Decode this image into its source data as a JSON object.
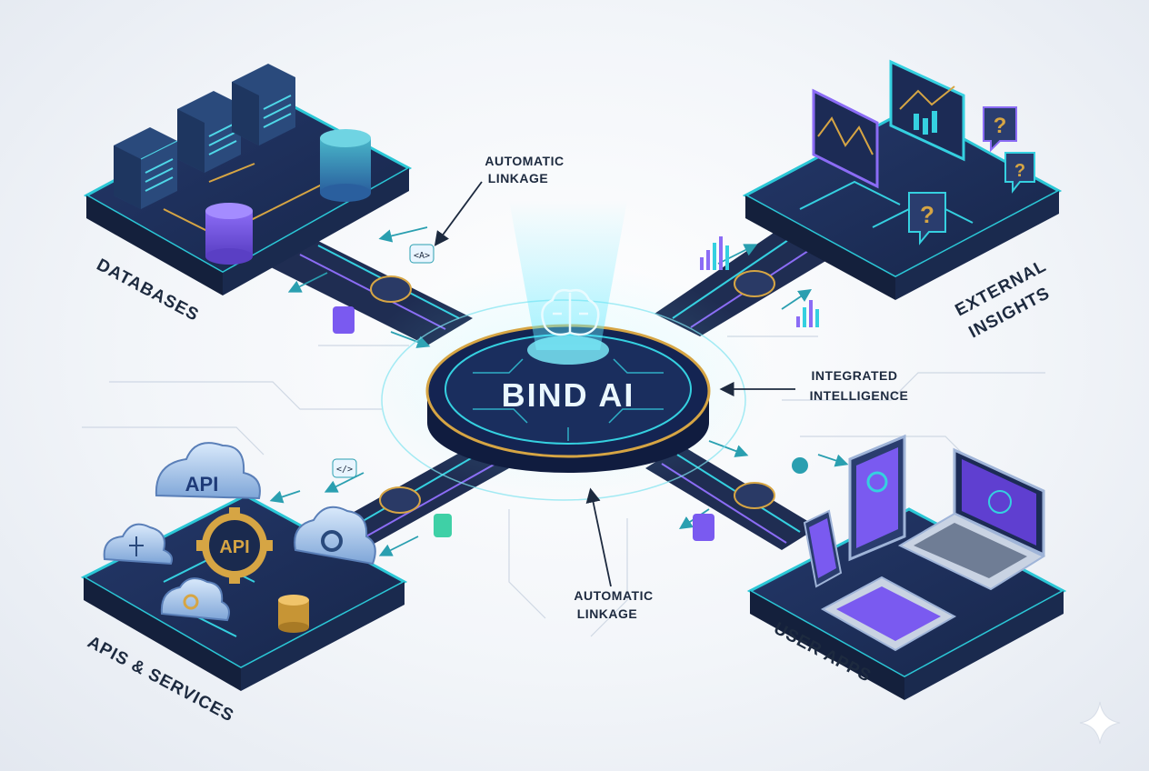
{
  "hub": {
    "title": "BIND AI"
  },
  "callouts": {
    "top": [
      "AUTOMATIC",
      "LINKAGE"
    ],
    "right": [
      "INTEGRATED",
      "INTELLIGENCE"
    ],
    "bottom": [
      "AUTOMATIC",
      "LINKAGE"
    ]
  },
  "platforms": {
    "databases": "DATABASES",
    "external": [
      "EXTERNAL",
      "INSIGHTS"
    ],
    "apis": "APIS & SERVICES",
    "apps": "USER APPS"
  },
  "icons": {
    "api_cloud": "API",
    "api_gear": "API",
    "chip_left": "</>",
    "chip_top": "<A>",
    "question": "?"
  },
  "colors": {
    "platform_top": "#1e2f55",
    "platform_edge": "#2bc7d6",
    "accent_purple": "#7a5af0",
    "accent_teal": "#2bc7d6",
    "gold": "#d6a544"
  }
}
